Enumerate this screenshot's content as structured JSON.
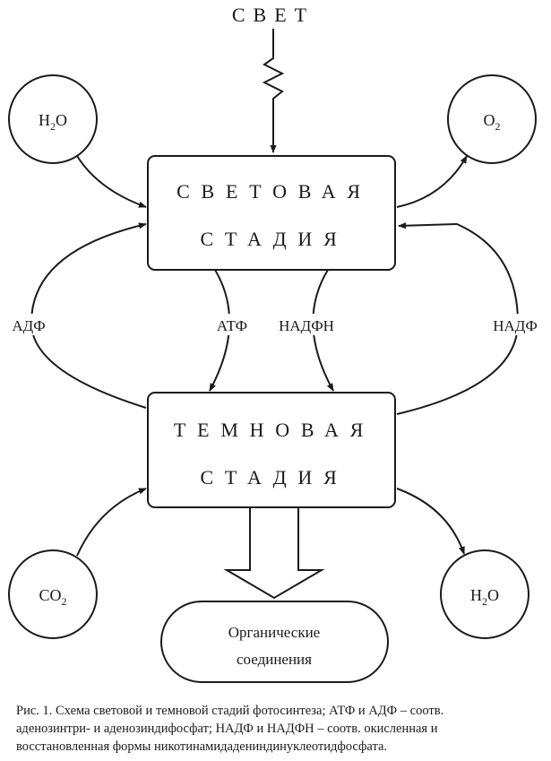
{
  "diagram": {
    "light_source": "СВЕТ",
    "light_stage": {
      "line1": "СВЕТОВАЯ",
      "line2": "СТАДИЯ"
    },
    "dark_stage": {
      "line1": "ТЕМНОВАЯ",
      "line2": "СТАДИЯ"
    },
    "inputs_outputs": {
      "h2o_in": {
        "main": "H",
        "sub": "2",
        "rest": "O"
      },
      "o2_out": {
        "main": "O",
        "sub": "2",
        "rest": ""
      },
      "co2_in": {
        "main": "CO",
        "sub": "2",
        "rest": ""
      },
      "h2o_out": {
        "main": "H",
        "sub": "2",
        "rest": "O"
      }
    },
    "cycle_labels": {
      "adp": "АДФ",
      "atp": "АТФ",
      "nadph": "НАДФН",
      "nadp": "НАДФ"
    },
    "product": {
      "line1": "Органические",
      "line2": "соединения"
    }
  },
  "caption": {
    "line1": "Рис. 1. Схема световой и темновой стадий фотосинтеза; АТФ и АДФ – соотв.",
    "line2": "аденозинтри- и аденозиндифосфат; НАДФ и НАДФН – соотв. окисленная и",
    "line3": "восстановленная формы никотинамидадениндинуклеотидфосфата."
  }
}
